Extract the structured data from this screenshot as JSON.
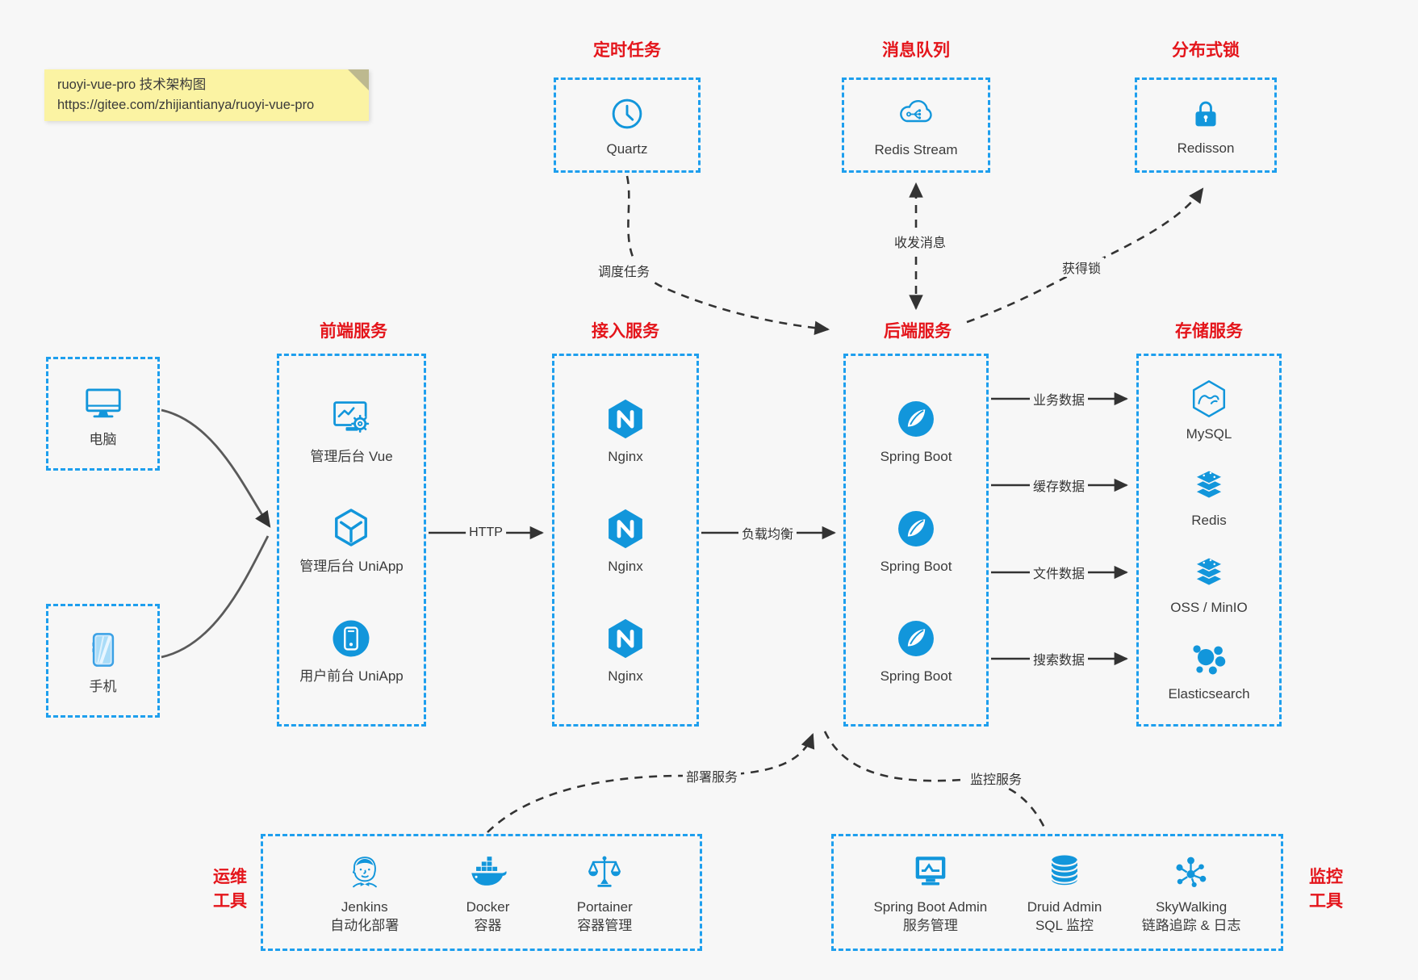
{
  "note": {
    "line1": "ruoyi-vue-pro 技术架构图",
    "line2": "https://gitee.com/zhijiantianya/ruoyi-vue-pro"
  },
  "colors": {
    "background": "#f7f7f7",
    "accent_blue": "#1296db",
    "border_blue": "#1e9fee",
    "title_red": "#e4151b",
    "arrow_dark": "#333333",
    "note_yellow": "#fbf3a3"
  },
  "devices": [
    {
      "label": "电脑",
      "icon": "desktop-icon"
    },
    {
      "label": "手机",
      "icon": "smartphone-icon"
    }
  ],
  "top_groups": [
    {
      "title": "定时任务",
      "item": {
        "label": "Quartz",
        "icon": "clock-icon"
      }
    },
    {
      "title": "消息队列",
      "item": {
        "label": "Redis Stream",
        "icon": "message-cloud-icon"
      }
    },
    {
      "title": "分布式锁",
      "item": {
        "label": "Redisson",
        "icon": "lock-icon"
      }
    }
  ],
  "columns": [
    {
      "title": "前端服务",
      "items": [
        {
          "label": "管理后台 Vue",
          "icon": "admin-vue-icon"
        },
        {
          "label": "管理后台 UniApp",
          "icon": "uniapp-cube-icon"
        },
        {
          "label": "用户前台 UniApp",
          "icon": "user-app-icon"
        }
      ]
    },
    {
      "title": "接入服务",
      "items": [
        {
          "label": "Nginx",
          "icon": "nginx-icon"
        },
        {
          "label": "Nginx",
          "icon": "nginx-icon"
        },
        {
          "label": "Nginx",
          "icon": "nginx-icon"
        }
      ]
    },
    {
      "title": "后端服务",
      "items": [
        {
          "label": "Spring Boot",
          "icon": "spring-boot-icon"
        },
        {
          "label": "Spring Boot",
          "icon": "spring-boot-icon"
        },
        {
          "label": "Spring Boot",
          "icon": "spring-boot-icon"
        }
      ]
    },
    {
      "title": "存储服务",
      "items": [
        {
          "label": "MySQL",
          "icon": "mysql-icon"
        },
        {
          "label": "Redis",
          "icon": "redis-stack-icon"
        },
        {
          "label": "OSS / MinIO",
          "icon": "oss-stack-icon"
        },
        {
          "label": "Elasticsearch",
          "icon": "elasticsearch-icon"
        }
      ]
    }
  ],
  "bottom_groups": [
    {
      "label_line1": "运维",
      "label_line2": "工具",
      "items": [
        {
          "name": "Jenkins",
          "desc": "自动化部署",
          "icon": "jenkins-icon"
        },
        {
          "name": "Docker",
          "desc": "容器",
          "icon": "docker-icon"
        },
        {
          "name": "Portainer",
          "desc": "容器管理",
          "icon": "portainer-icon"
        }
      ]
    },
    {
      "label_line1": "监控",
      "label_line2": "工具",
      "items": [
        {
          "name": "Spring Boot Admin",
          "desc": "服务管理",
          "icon": "sba-icon"
        },
        {
          "name": "Druid Admin",
          "desc": "SQL 监控",
          "icon": "druid-icon"
        },
        {
          "name": "SkyWalking",
          "desc": "链路追踪 & 日志",
          "icon": "skywalking-icon"
        }
      ]
    }
  ],
  "edge_labels": {
    "http": "HTTP",
    "load_balance": "负载均衡",
    "schedule": "调度任务",
    "message": "收发消息",
    "lock": "获得锁",
    "business_data": "业务数据",
    "cache_data": "缓存数据",
    "file_data": "文件数据",
    "search_data": "搜索数据",
    "deploy": "部署服务",
    "monitor": "监控服务"
  }
}
